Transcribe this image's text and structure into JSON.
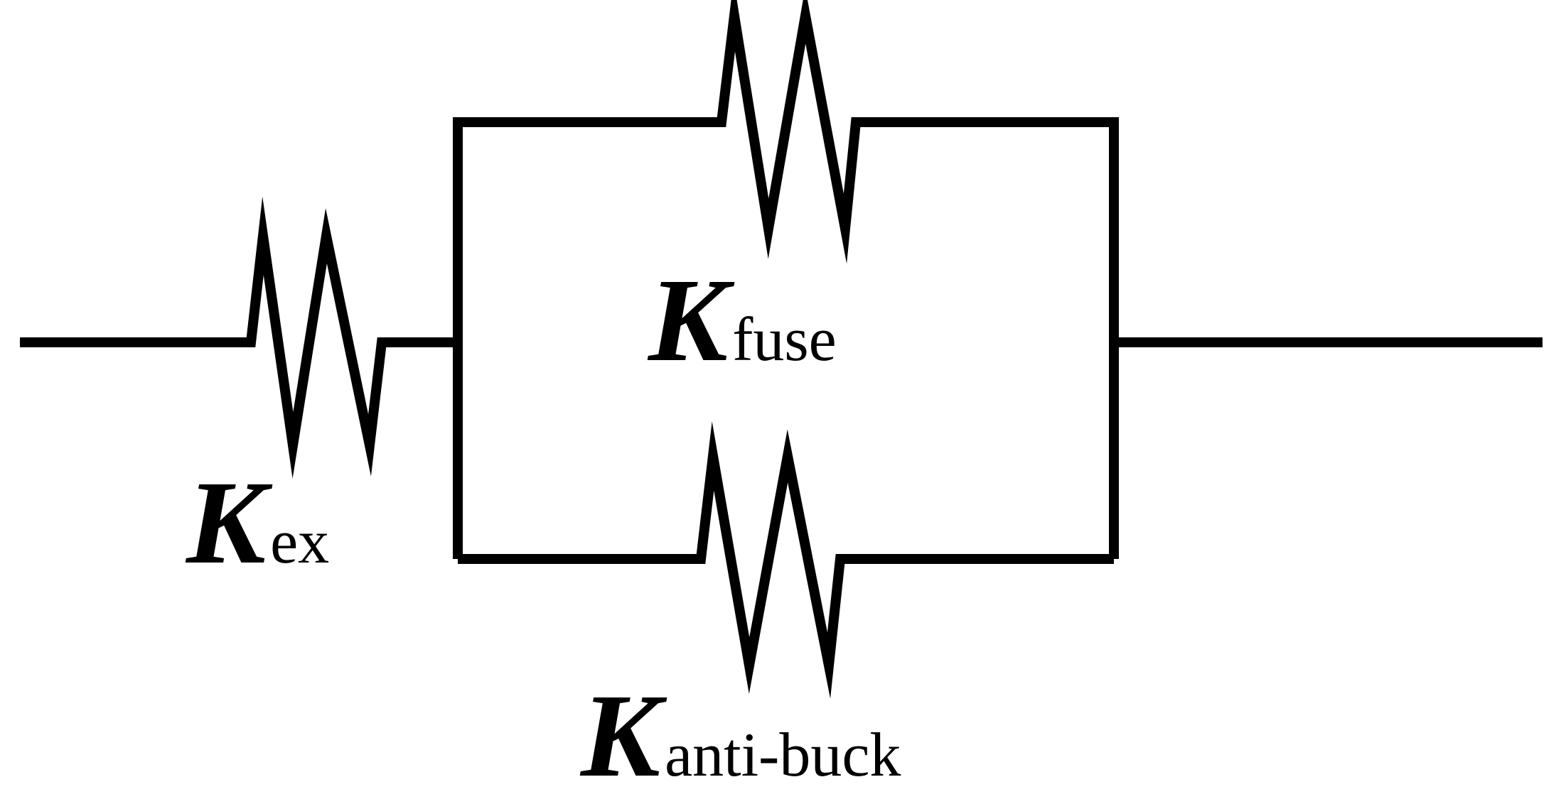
{
  "diagram": {
    "elements": {
      "ex": {
        "symbol": "K",
        "subscript": "ex"
      },
      "fuse": {
        "symbol": "K",
        "subscript": "fuse"
      },
      "anti_buck": {
        "symbol": "K",
        "subscript": "anti-buck"
      }
    },
    "topology": "K_ex in series with (K_fuse parallel K_anti-buck)",
    "colors": {
      "line": "#000000",
      "background": "#ffffff"
    }
  }
}
